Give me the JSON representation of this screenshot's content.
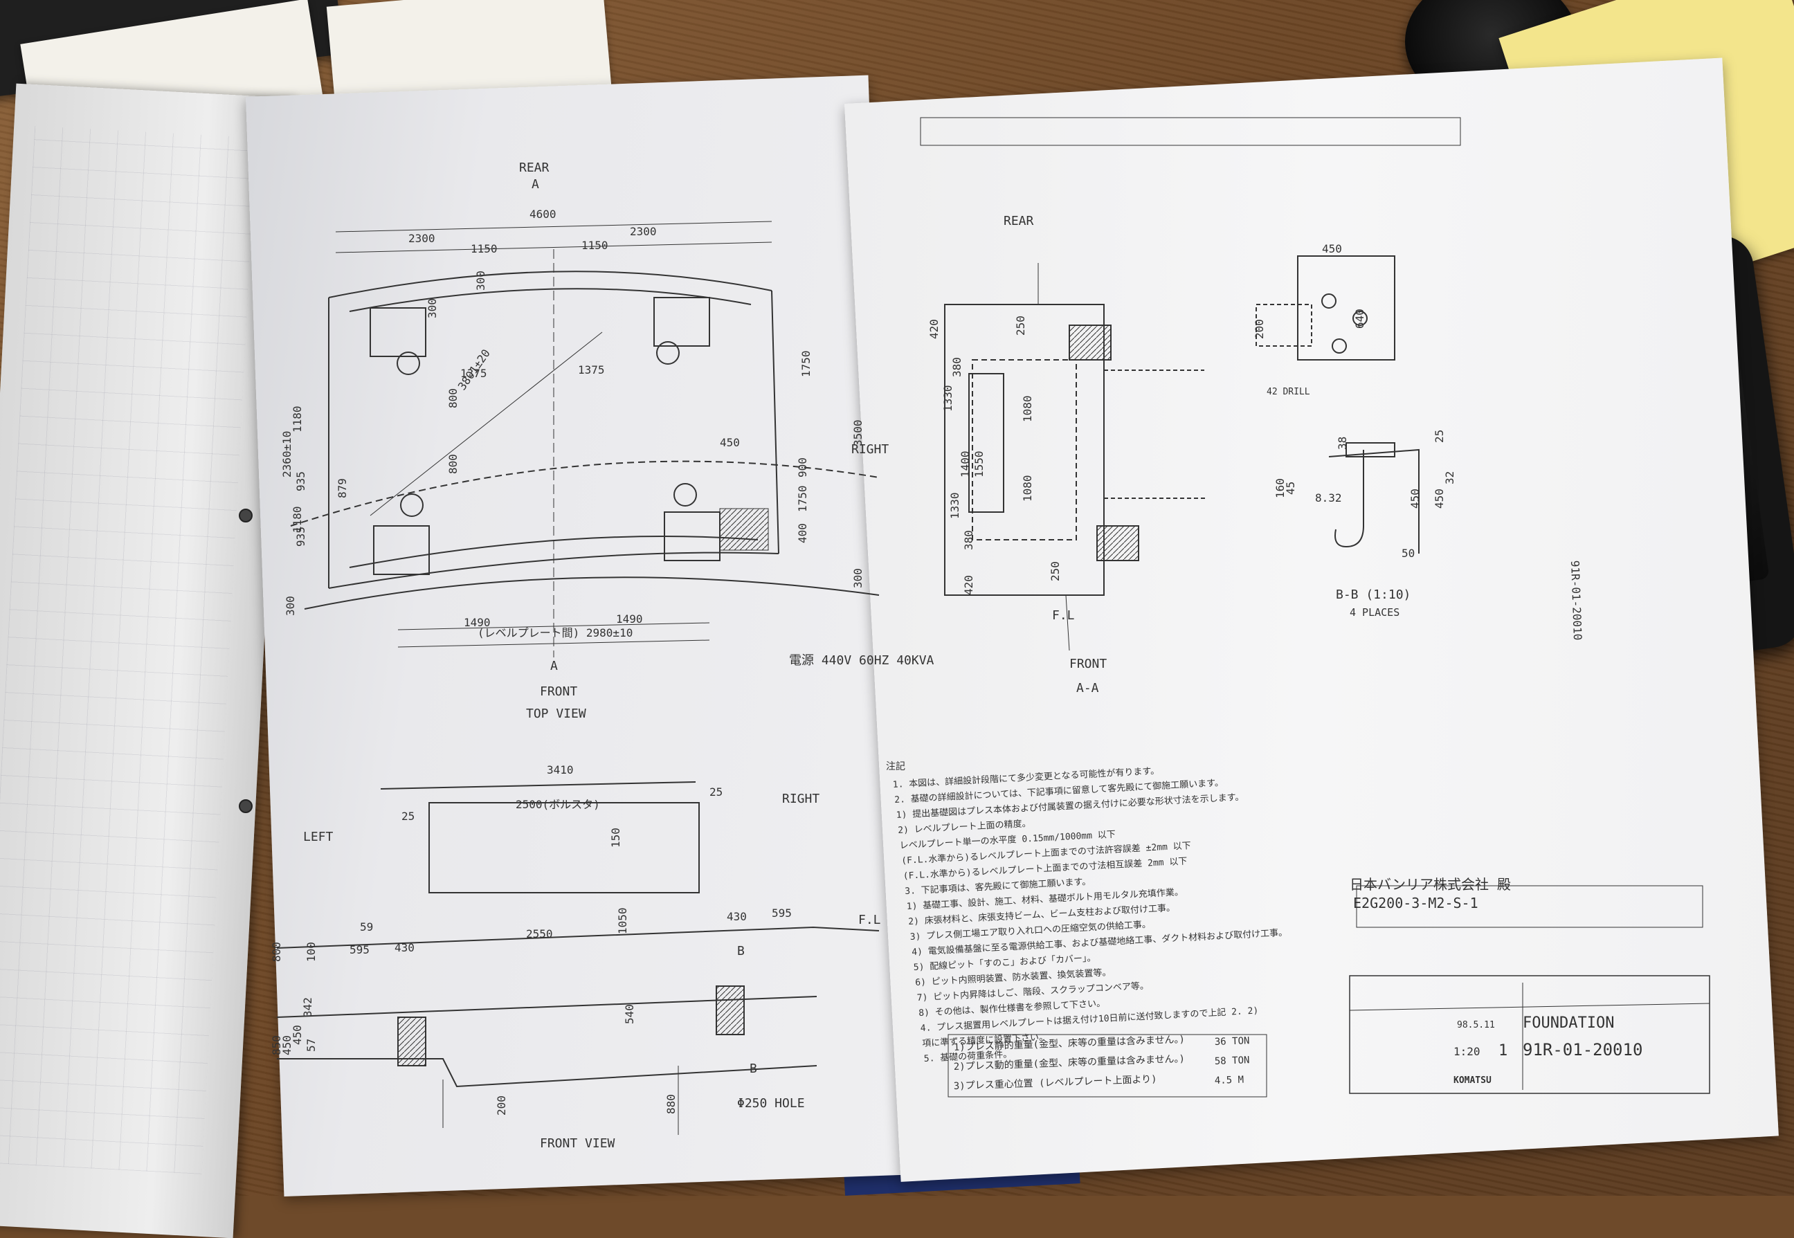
{
  "drawing": {
    "rear_label": "REAR",
    "front_label": "FRONT",
    "left_label": "LEFT",
    "right_label": "RIGHT",
    "section_a": "A",
    "section_b": "B",
    "top_view_label": "TOP VIEW",
    "front_view_label": "FRONT VIEW",
    "section_aa": "A-A",
    "section_bb": "B-B (1:10)",
    "four_places": "4 PLACES",
    "drill": "42 DRILL",
    "fl": "F.L",
    "hole": "Φ250 HOLE",
    "power": "電源 440V 60HZ 40KVA",
    "client": "日本バンリア株式会社 殿",
    "doc_code": "E2G200-3-M2-S-1",
    "part_name": "FOUNDATION",
    "part_no": "91R-01-20010",
    "side_no": "91R-01-20010",
    "scale": "1:20",
    "sheet": "1",
    "date": "98.5.11",
    "brand": "KOMATSU",
    "notes_title": "注記",
    "notes": [
      "1. 本図は、詳細設計段階にて多少変更となる可能性が有ります。",
      "2. 基礎の詳細設計については、下記事項に留意して客先殿にて御施工願います。",
      "1) 提出基礎図はプレス本体および付属装置の据え付けに必要な形状寸法を示します。",
      "2) レベルプレート上面の精度。",
      "レベルプレート単一の水平度  0.15mm/1000mm 以下",
      "(F.L.水準から)るレベルプレート上面までの寸法許容誤差 ±2mm 以下",
      "(F.L.水準から)るレベルプレート上面までの寸法相互誤差 2mm 以下",
      "3. 下記事項は、客先殿にて御施工願います。",
      "1) 基礎工事、設計、施工、材料、基礎ボルト用モルタル充填作業。",
      "2) 床張材料と、床張支持ビーム、ビーム支柱および取付け工事。",
      "3) プレス側工場エア取り入れ口への圧縮空気の供給工事。",
      "4) 電気設備基盤に至る電源供給工事、および基礎地絡工事、ダクト材料および取付け工事。",
      "5) 配線ピット「すのこ」および「カバー」。",
      "6) ピット内照明装置、防水装置、換気装置等。",
      "7) ピット内昇降はしご、階段、スクラップコンベア等。",
      "8) その他は、製作仕様書を参照して下さい。",
      "4. プレス据置用レベルプレートは据え付け10日前に送付致しますので上記 2. 2)",
      "項に準ずる精度に設置下さい。",
      "5. 基礎の荷重条件。"
    ],
    "loads": [
      {
        "label": "1)プレス静的重量(金型、床等の重量は含みません。)",
        "value": "36 TON"
      },
      {
        "label": "2)プレス動的重量(金型、床等の重量は含みません。)",
        "value": "58 TON"
      },
      {
        "label": "3)プレス重心位置  (レベルプレート上面より)",
        "value": "4.5 M"
      }
    ],
    "dims_top": [
      "4600",
      "2300",
      "2300",
      "1150",
      "1150",
      "300",
      "300",
      "1375",
      "1375",
      "3801±20",
      "800",
      "800",
      "450",
      "1750",
      "3500",
      "900",
      "1750",
      "400",
      "879",
      "1180",
      "935",
      "2360±10",
      "1180",
      "935",
      "1490",
      "1490",
      "(レベルプレート間) 2980±10",
      "300",
      "300"
    ],
    "dims_front": [
      "3410",
      "2500(ボルスタ)",
      "25",
      "25",
      "150",
      "1050",
      "2550",
      "430",
      "595",
      "59",
      "595",
      "430",
      "540",
      "200",
      "880",
      "100",
      "800",
      "850",
      "450",
      "57",
      "450",
      "342"
    ],
    "dims_aa": [
      "420",
      "250",
      "380",
      "1330",
      "1080",
      "1400",
      "1550",
      "1330",
      "1080",
      "380",
      "420",
      "250"
    ],
    "dims_bb": [
      "450",
      "200",
      "640",
      "38",
      "25",
      "450",
      "450",
      "160",
      "45",
      "32",
      "8.32",
      "50"
    ]
  }
}
